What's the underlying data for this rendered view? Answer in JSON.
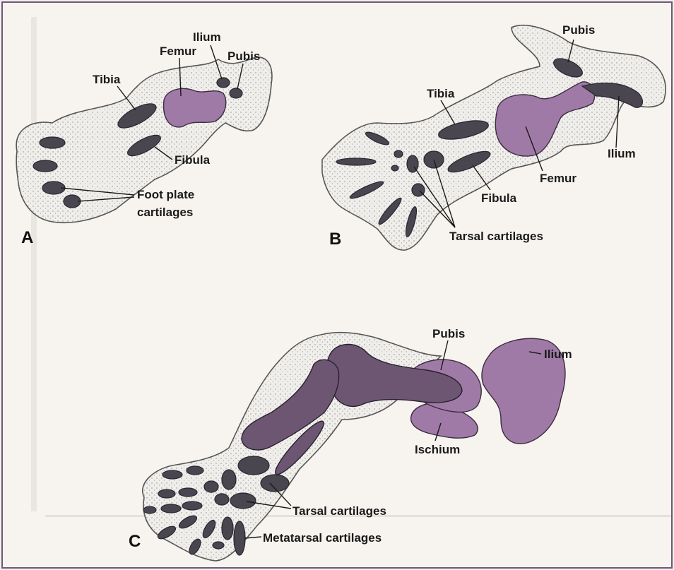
{
  "panels": {
    "a": {
      "letter": "A",
      "labels": {
        "femur": "Femur",
        "ilium": "Ilium",
        "pubis": "Pubis",
        "tibia": "Tibia",
        "fibula": "Fibula",
        "foot_plate_1": "Foot plate",
        "foot_plate_2": "cartilages"
      }
    },
    "b": {
      "letter": "B",
      "labels": {
        "pubis": "Pubis",
        "tibia": "Tibia",
        "ilium": "Ilium",
        "femur": "Femur",
        "fibula": "Fibula",
        "tarsal": "Tarsal cartilages"
      }
    },
    "c": {
      "letter": "C",
      "labels": {
        "pubis": "Pubis",
        "ilium": "Ilium",
        "ischium": "Ischium",
        "tarsal": "Tarsal cartilages",
        "metatarsal": "Metatarsal cartilages"
      }
    }
  },
  "colors": {
    "background": "#f7f4ef",
    "mesenchyme": "#efeeea",
    "cartilage": "#4a4650",
    "bone": "#a07aa6",
    "border": "#6f5877"
  }
}
